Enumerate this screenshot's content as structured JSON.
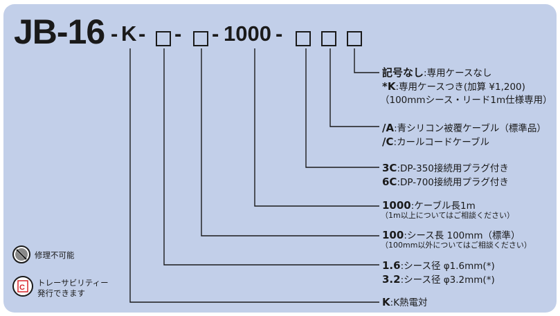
{
  "model": {
    "base": "JB-16",
    "dash": "-",
    "k": "K",
    "length": "1000"
  },
  "options": [
    {
      "code": "記号なし",
      "text": "専用ケースなし"
    },
    {
      "code": "*K",
      "text": "専用ケースつき(加算 ¥1,200)",
      "note": "（100mmシース・リード1m仕様専用）"
    },
    {
      "code": "/A",
      "text": "青シリコン被覆ケーブル（標準品）"
    },
    {
      "code": "/C",
      "text": "カールコードケーブル"
    },
    {
      "code": "3C",
      "text": "DP-350接続用プラグ付き"
    },
    {
      "code": "6C",
      "text": "DP-700接続用プラグ付き"
    },
    {
      "code": "1000",
      "text": "ケーブル長1m",
      "note": "（1m以上についてはご相談ください）"
    },
    {
      "code": "100",
      "text": "シース長 100mm（標準）",
      "note": "（100mm以外についてはご相談ください）"
    },
    {
      "code": "1.6",
      "text": "シース径 φ1.6mm(*)"
    },
    {
      "code": "3.2",
      "text": "シース径 φ3.2mm(*)"
    },
    {
      "code": "K",
      "text": "K熱電対"
    }
  ],
  "badges": [
    {
      "icon": "no-repair-icon",
      "text": "修理不可能"
    },
    {
      "icon": "traceability-icon",
      "line1": "トレーサビリティー",
      "line2": "発行できます"
    }
  ],
  "colors": {
    "panel": "#c2cfe9",
    "ink": "#1a1a1a",
    "accent_red": "#d8242a"
  }
}
